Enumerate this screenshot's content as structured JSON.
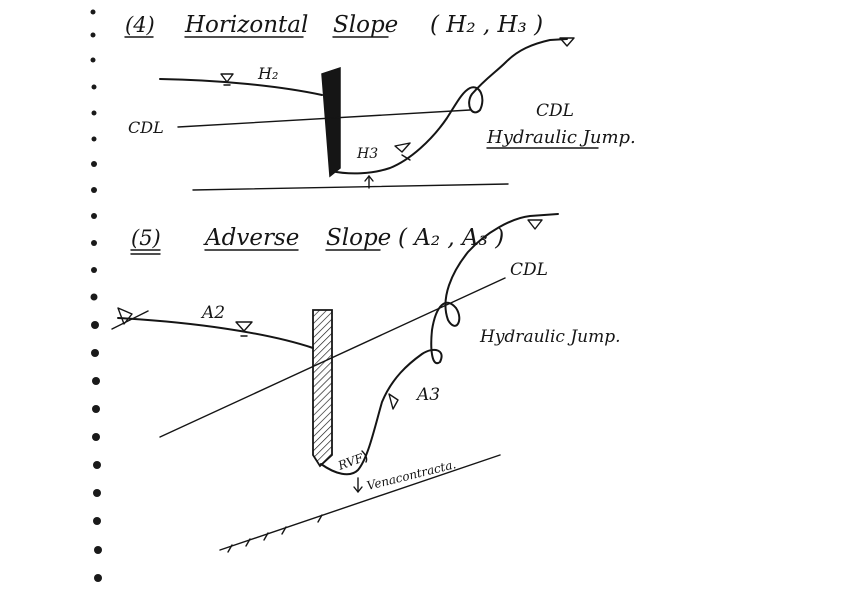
{
  "colors": {
    "paper": "#ffffff",
    "ink": "#151515",
    "binder_hole": "#1a1a1a"
  },
  "section4": {
    "number": "(4)",
    "title_word1": "Horizontal",
    "title_word2": "Slope",
    "title_profiles": "( H₂ , H₃ )",
    "label_h2": "H₂",
    "label_h3": "H3",
    "label_cdl": "CDL",
    "label_cdl_right": "CDL",
    "label_jump": "Hydraulic Jump."
  },
  "section5": {
    "number": "(5)",
    "title_word1": "Adverse",
    "title_word2": "Slope",
    "title_profiles": "( A₂ , A₃ )",
    "label_a2": "A2",
    "label_a3": "A3",
    "label_cdl": "CDL",
    "label_jump": "Hydraulic Jump.",
    "label_rvf": "RVF",
    "label_vena": "Venacontracta."
  }
}
